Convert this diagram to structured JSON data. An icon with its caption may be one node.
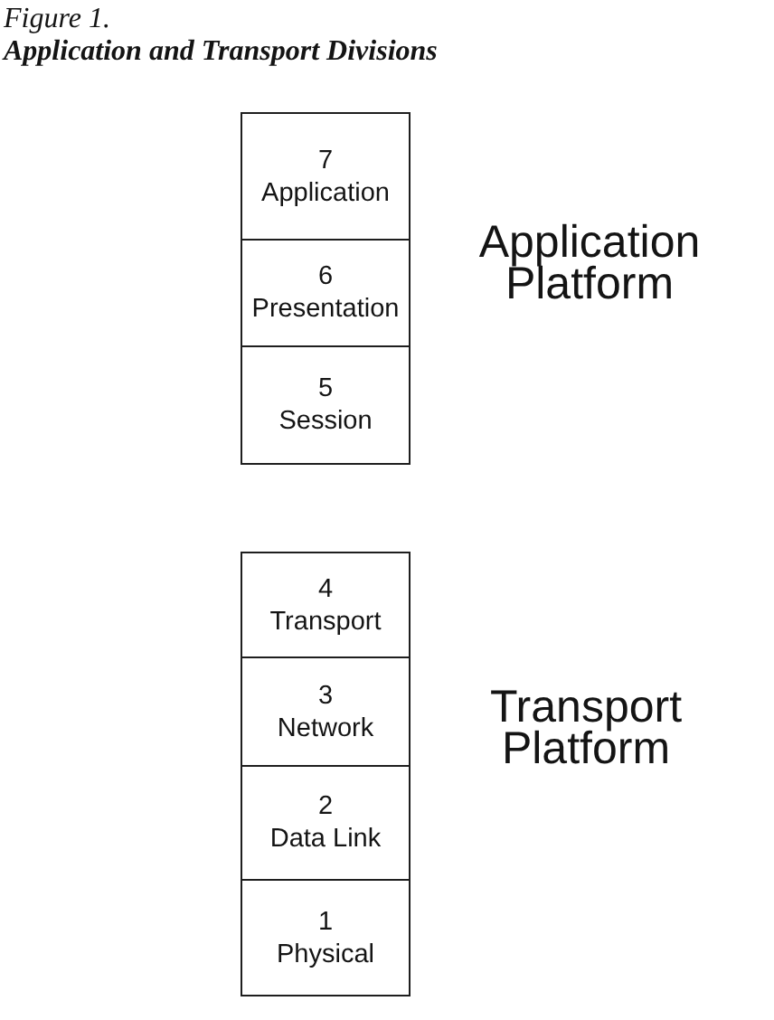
{
  "diagram": {
    "title": "Application and Transport Divisions",
    "nodes": [
      {
        "text": [
          "7",
          "Application"
        ]
      },
      {
        "text": [
          "6",
          "Presentation"
        ]
      },
      {
        "text": [
          "5",
          "Session"
        ]
      },
      {
        "text": [
          "4",
          "Transport"
        ]
      },
      {
        "text": [
          "3",
          "Network"
        ]
      },
      {
        "text": [
          "2",
          "Data Link"
        ]
      },
      {
        "text": [
          "1",
          "Physical"
        ]
      }
    ],
    "labels": [
      "Figure 1.",
      "Application Platform",
      "Transport Platform"
    ]
  }
}
